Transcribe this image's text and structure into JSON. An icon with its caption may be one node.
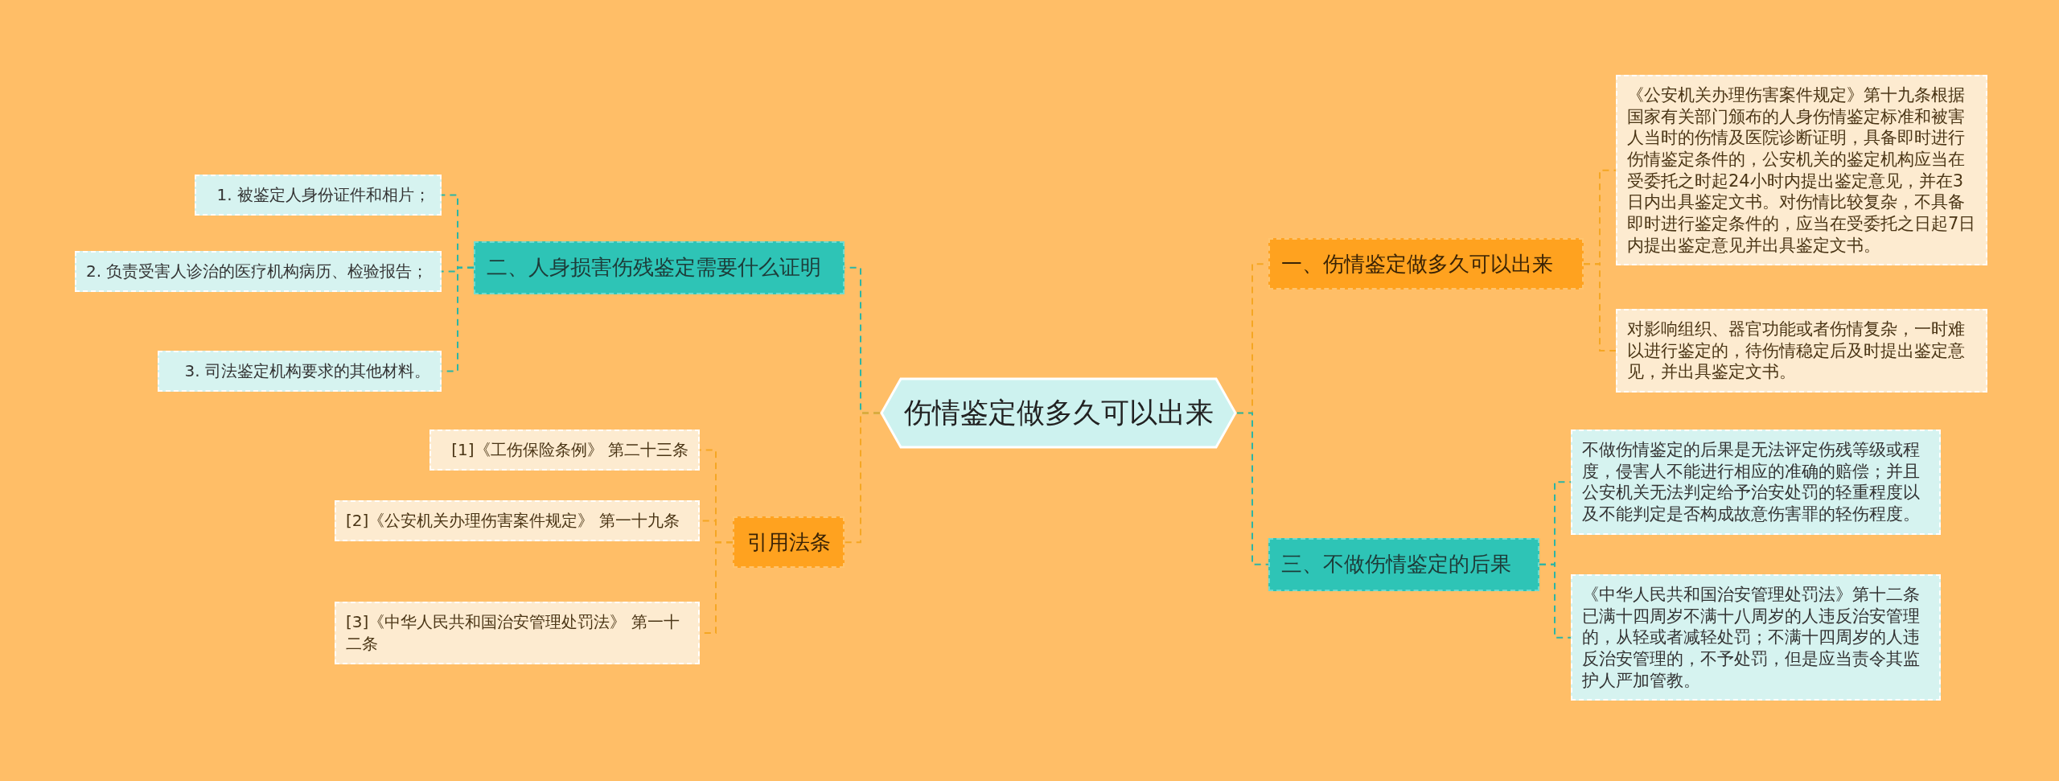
{
  "diagram": {
    "nodes": [
      {
        "text": [
          "伤情鉴定做多久可以出来"
        ]
      },
      {
        "text": [
          "一、伤情鉴定做多久可以出来"
        ]
      },
      {
        "text": [
          "《公安机关办理伤害案件规定》第十九条根据国家有关部门颁布的人身伤情鉴定标准和被害人当时的伤情及医院诊断证明，具备即时进行伤情鉴定条件的，公安机关的鉴定机构应当在受委托之时起24小时内提出鉴定意见，并在3日内出具鉴定文书。对伤情比较复杂，不具备即时进行鉴定条件的，应当在受委托之日起7日内提出鉴定意见并出具鉴定文书。"
        ]
      },
      {
        "text": [
          "对影响组织、器官功能或者伤情复杂，一时难以进行鉴定的，待伤情稳定后及时提出鉴定意见，并出具鉴定文书。"
        ]
      },
      {
        "text": [
          "三、不做伤情鉴定的后果"
        ]
      },
      {
        "text": [
          "不做伤情鉴定的后果是无法评定伤残等级或程度，侵害人不能进行相应的准确的赔偿；并且公安机关无法判定给予治安处罚的轻重程度以及不能判定是否构成故意伤害罪的轻伤程度。"
        ]
      },
      {
        "text": [
          "《中华人民共和国治安管理处罚法》第十二条已满十四周岁不满十八周岁的人违反治安管理的，从轻或者减轻处罚；不满十四周岁的人违反治安管理的，不予处罚，但是应当责令其监护人严加管教。"
        ]
      },
      {
        "text": [
          "二、人身损害伤残鉴定需要什么证明"
        ]
      },
      {
        "text": [
          "1. 被鉴定人身份证件和相片；"
        ]
      },
      {
        "text": [
          "2. 负责受害人诊治的医疗机构病历、检验报告；"
        ]
      },
      {
        "text": [
          "3. 司法鉴定机构要求的其他材料。"
        ]
      },
      {
        "text": [
          "引用法条"
        ]
      },
      {
        "text": [
          "[1]《工伤保险条例》 第二十三条"
        ]
      },
      {
        "text": [
          "[2]《公安机关办理伤害案件规定》 第一十九条"
        ]
      },
      {
        "text": [
          "[3]《中华人民共和国治安管理处罚法》 第一十二条"
        ]
      }
    ],
    "edges": [
      {
        "from": 0,
        "to": 1,
        "arrow": "none",
        "color": "#f5a623"
      },
      {
        "from": 1,
        "to": 2,
        "arrow": "none",
        "color": "#f5a623"
      },
      {
        "from": 1,
        "to": 3,
        "arrow": "none",
        "color": "#f5a623"
      },
      {
        "from": 0,
        "to": 4,
        "arrow": "none",
        "color": "#2bb5a5"
      },
      {
        "from": 4,
        "to": 5,
        "arrow": "none",
        "color": "#2bb5a5"
      },
      {
        "from": 4,
        "to": 6,
        "arrow": "none",
        "color": "#2bb5a5"
      },
      {
        "from": 0,
        "to": 7,
        "arrow": "none",
        "color": "#2bb5a5"
      },
      {
        "from": 7,
        "to": 8,
        "arrow": "none",
        "color": "#2bb5a5"
      },
      {
        "from": 7,
        "to": 9,
        "arrow": "none",
        "color": "#2bb5a5"
      },
      {
        "from": 7,
        "to": 10,
        "arrow": "none",
        "color": "#2bb5a5"
      },
      {
        "from": 0,
        "to": 11,
        "arrow": "none",
        "color": "#f5a623"
      },
      {
        "from": 11,
        "to": 12,
        "arrow": "none",
        "color": "#f5a623"
      },
      {
        "from": 11,
        "to": 13,
        "arrow": "none",
        "color": "#f5a623"
      },
      {
        "from": 11,
        "to": 14,
        "arrow": "none",
        "color": "#f5a623"
      }
    ]
  }
}
